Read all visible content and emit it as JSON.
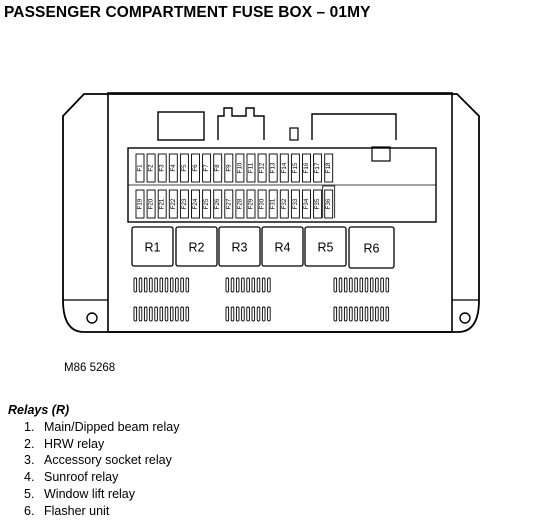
{
  "title": "PASSENGER COMPARTMENT FUSE BOX – 01MY",
  "figure_ref": "M86 5268",
  "fuses_top": [
    "F1",
    "F2",
    "F3",
    "F4",
    "F5",
    "F6",
    "F7",
    "F8",
    "F9",
    "F10",
    "F11",
    "F12",
    "F13",
    "F14",
    "F15",
    "F16",
    "F17",
    "F18"
  ],
  "fuses_bottom": [
    "F19",
    "F20",
    "F21",
    "F22",
    "F23",
    "F24",
    "F25",
    "F26",
    "F27",
    "F28",
    "F29",
    "F30",
    "F31",
    "F32",
    "F33",
    "F34",
    "F35",
    "F36"
  ],
  "relays": [
    "R1",
    "R2",
    "R3",
    "R4",
    "R5",
    "R6"
  ],
  "legend": {
    "heading": "Relays (R)",
    "items": [
      {
        "num": "1.",
        "text": "Main/Dipped beam relay"
      },
      {
        "num": "2.",
        "text": "HRW relay"
      },
      {
        "num": "3.",
        "text": "Accessory socket relay"
      },
      {
        "num": "4.",
        "text": "Sunroof relay"
      },
      {
        "num": "5.",
        "text": "Window lift relay"
      },
      {
        "num": "6.",
        "text": "Flasher unit"
      }
    ]
  }
}
